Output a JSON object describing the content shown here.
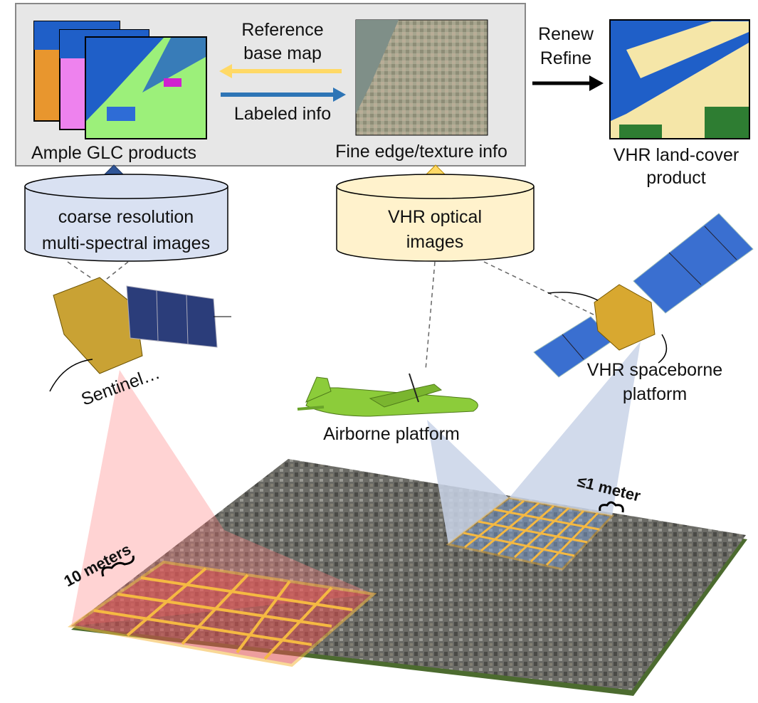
{
  "top_panel": {
    "arrow_yellow_label_line1": "Reference",
    "arrow_yellow_label_line2": "base map",
    "arrow_blue_label": "Labeled info",
    "glc_label": "Ample GLC products",
    "texture_label": "Fine edge/texture info"
  },
  "output": {
    "arrow_label_line1": "Renew",
    "arrow_label_line2": "Refine",
    "product_label_line1": "VHR land-cover",
    "product_label_line2": "product"
  },
  "databases": {
    "coarse_line1": "coarse resolution",
    "coarse_line2": "multi-spectral images",
    "vhr_line1": "VHR optical",
    "vhr_line2": "images"
  },
  "platforms": {
    "sentinel": "Sentinel…",
    "airborne": "Airborne platform",
    "spaceborne_line1": "VHR spaceborne",
    "spaceborne_line2": "platform"
  },
  "ground": {
    "coarse_resolution": "10 meters",
    "fine_resolution": "≤1 meter"
  },
  "colors": {
    "coarse_db": "#d9e1f2",
    "vhr_db": "#fff2cc",
    "yellow_arrow": "#ffd966",
    "blue_arrow": "#2e75b6",
    "red_text": "#ff0000",
    "blue_text": "#0070c0"
  }
}
